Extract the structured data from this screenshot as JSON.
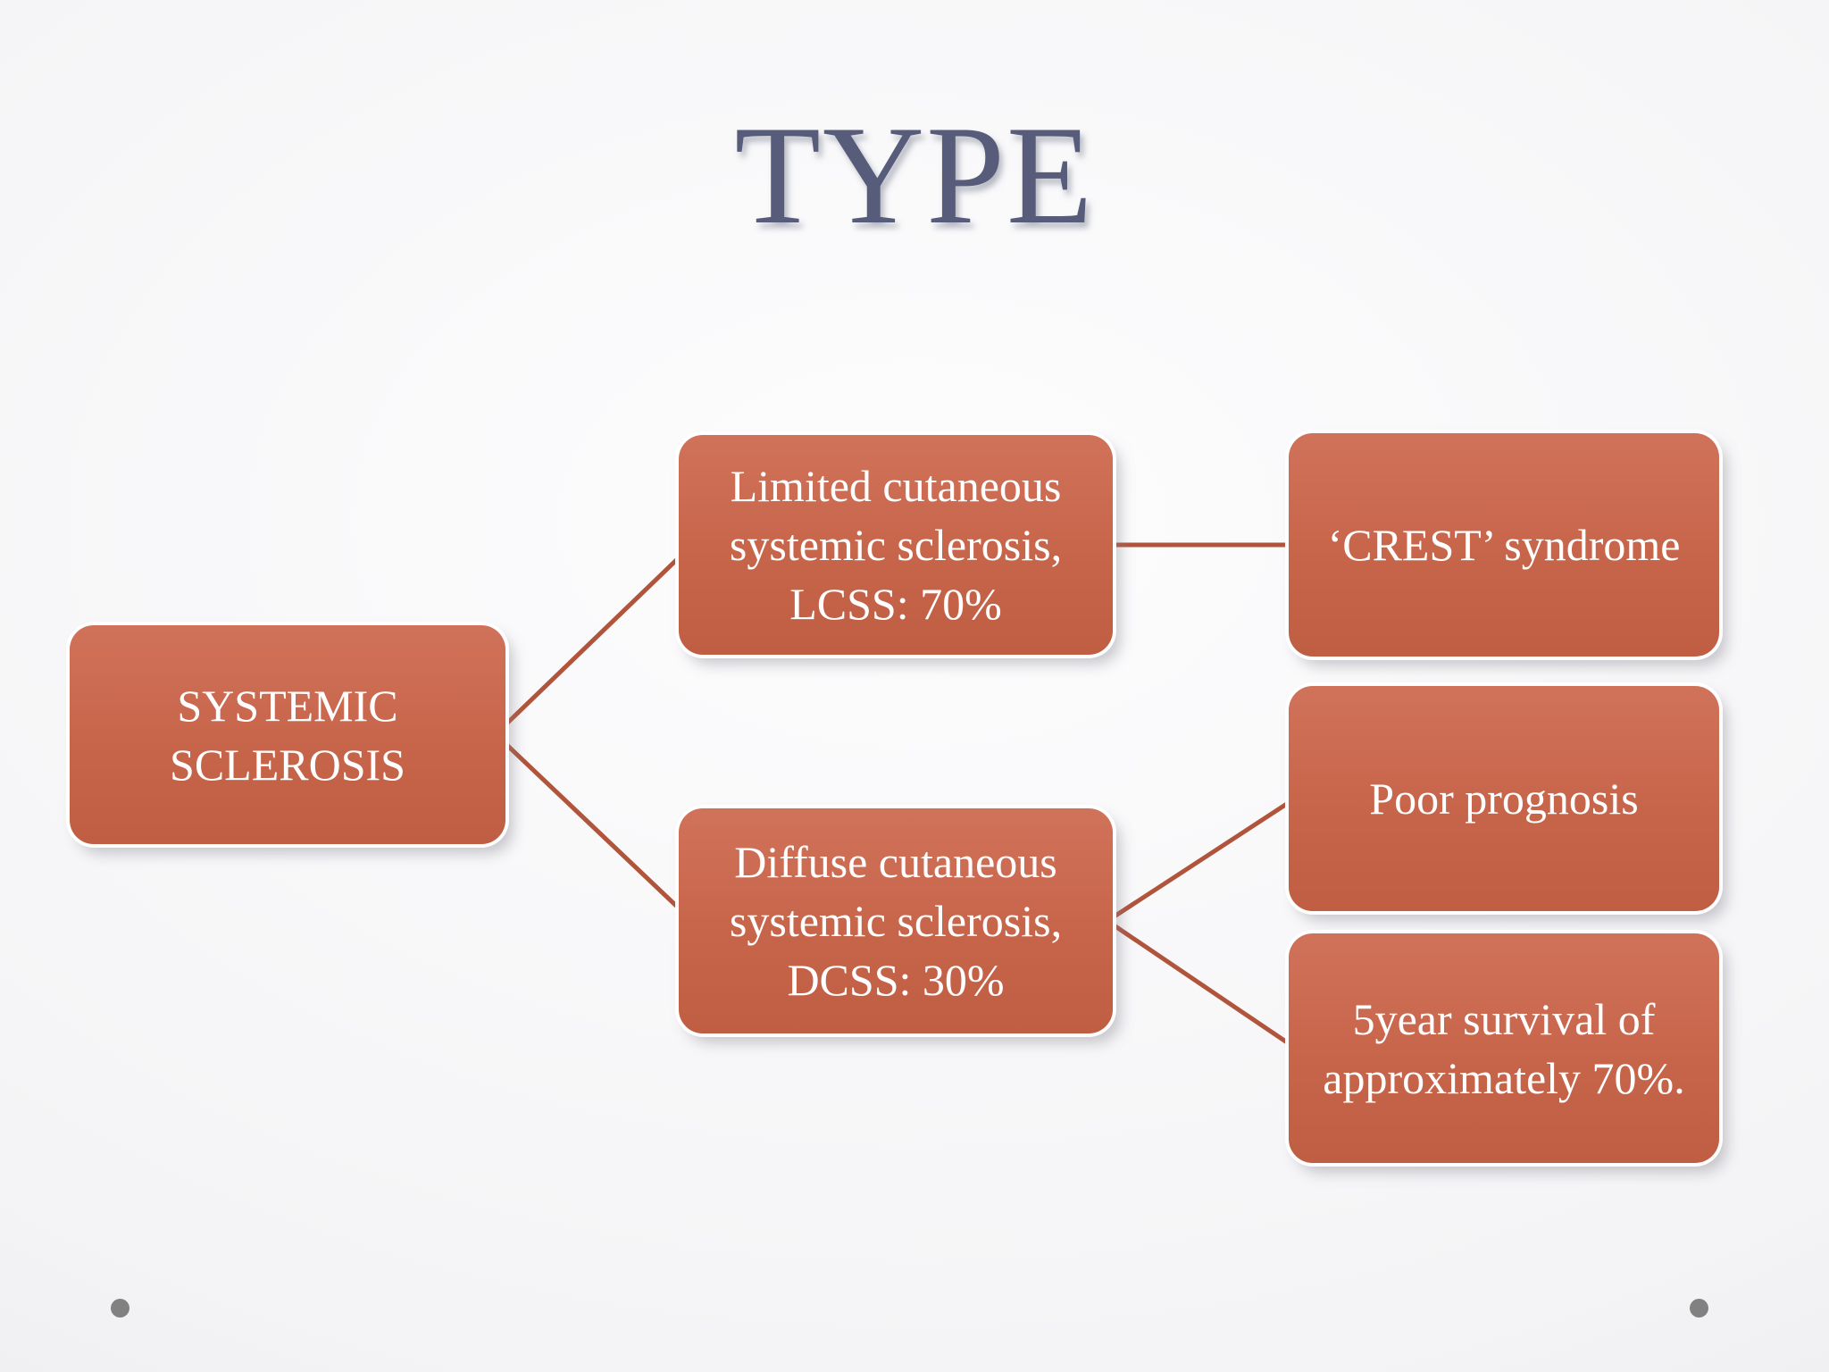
{
  "slide": {
    "title": "TYPE"
  },
  "diagram": {
    "type": "hierarchy-flowchart",
    "nodes": {
      "root": {
        "label": "SYSTEMIC SCLEROSIS"
      },
      "limited": {
        "label": "Limited cutaneous systemic sclerosis, LCSS: 70%"
      },
      "crest": {
        "label": "‘CREST’ syndrome"
      },
      "diffuse": {
        "label": "Diffuse cutaneous systemic sclerosis, DCSS: 30%"
      },
      "poor": {
        "label": "Poor prognosis"
      },
      "survival": {
        "label": "5year survival of approximately 70%."
      }
    },
    "edges": [
      {
        "from": "root",
        "to": "limited"
      },
      {
        "from": "root",
        "to": "diffuse"
      },
      {
        "from": "limited",
        "to": "crest"
      },
      {
        "from": "diffuse",
        "to": "poor"
      },
      {
        "from": "diffuse",
        "to": "survival"
      }
    ]
  },
  "theme": {
    "title_color": "#565c79",
    "box_fill": "#c7654a",
    "box_fill_light": "#d0725a",
    "box_fill_dark": "#bf5e43",
    "box_text": "#ffffff",
    "connector": "#b0543c",
    "dot_color": "#818181",
    "background_center": "#fdfdfe",
    "background_edge": "#e3e3e7"
  }
}
